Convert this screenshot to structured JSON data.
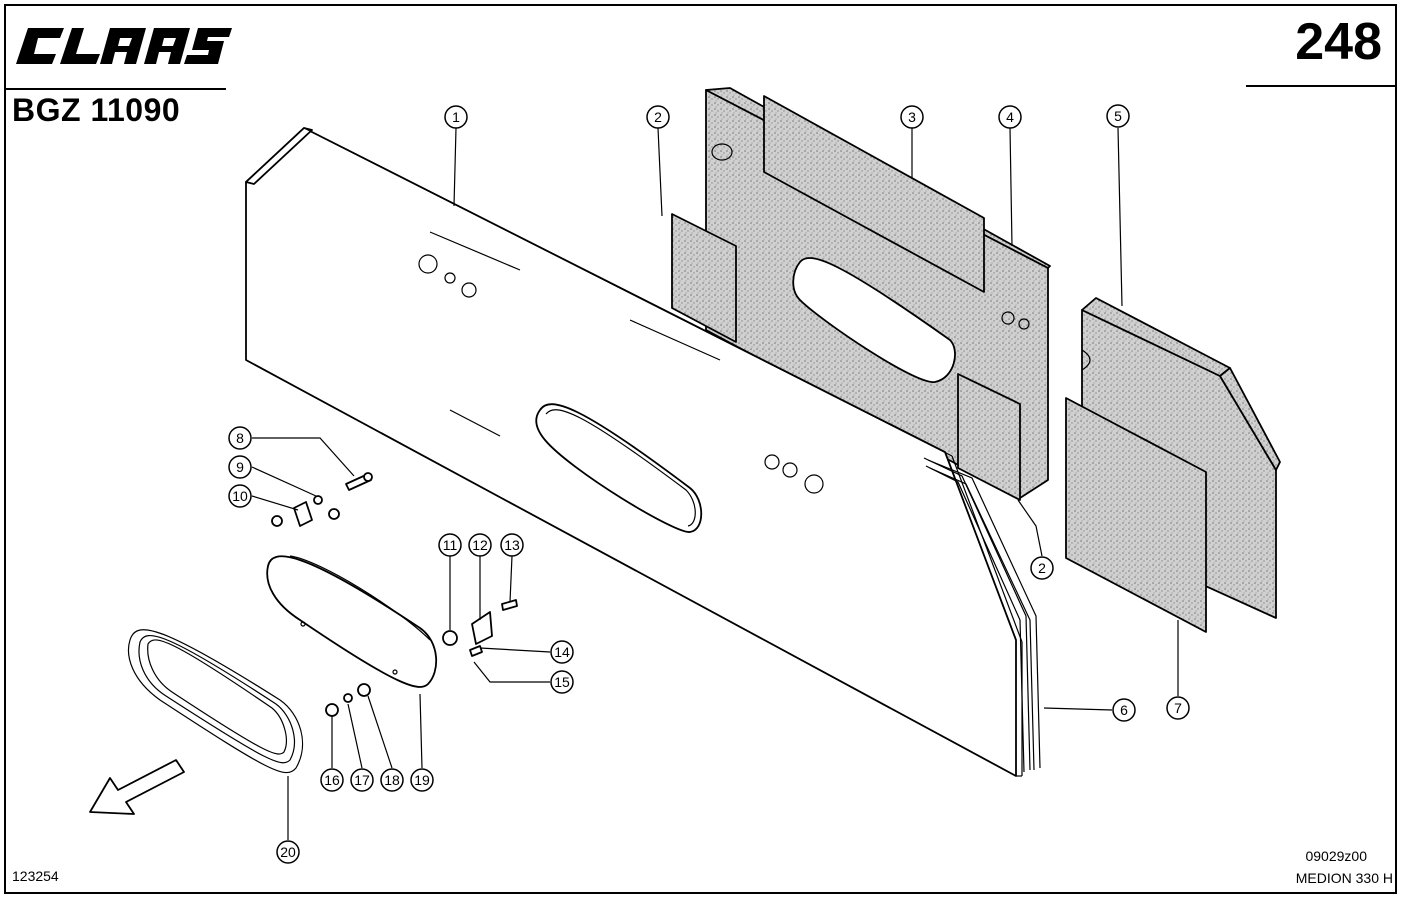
{
  "brand": {
    "name": "CLAAS"
  },
  "header": {
    "document_code": "BGZ 11090",
    "page_number": "248"
  },
  "footer": {
    "left_code": "123254",
    "right_code": "09029z00",
    "model": "MEDION 330 H"
  },
  "callouts": [
    {
      "id": "1",
      "label": "1"
    },
    {
      "id": "2a",
      "label": "2"
    },
    {
      "id": "3",
      "label": "3"
    },
    {
      "id": "4",
      "label": "4"
    },
    {
      "id": "5",
      "label": "5"
    },
    {
      "id": "2b",
      "label": "2"
    },
    {
      "id": "6",
      "label": "6"
    },
    {
      "id": "7",
      "label": "7"
    },
    {
      "id": "8",
      "label": "8"
    },
    {
      "id": "9",
      "label": "9"
    },
    {
      "id": "10",
      "label": "10"
    },
    {
      "id": "11",
      "label": "11"
    },
    {
      "id": "12",
      "label": "12"
    },
    {
      "id": "13",
      "label": "13"
    },
    {
      "id": "14",
      "label": "14"
    },
    {
      "id": "15",
      "label": "15"
    },
    {
      "id": "16",
      "label": "16"
    },
    {
      "id": "17",
      "label": "17"
    },
    {
      "id": "18",
      "label": "18"
    },
    {
      "id": "19",
      "label": "19"
    },
    {
      "id": "20",
      "label": "20"
    }
  ],
  "colors": {
    "line": "#000000",
    "background": "#ffffff",
    "pad_fill": "#c8c8c8"
  }
}
